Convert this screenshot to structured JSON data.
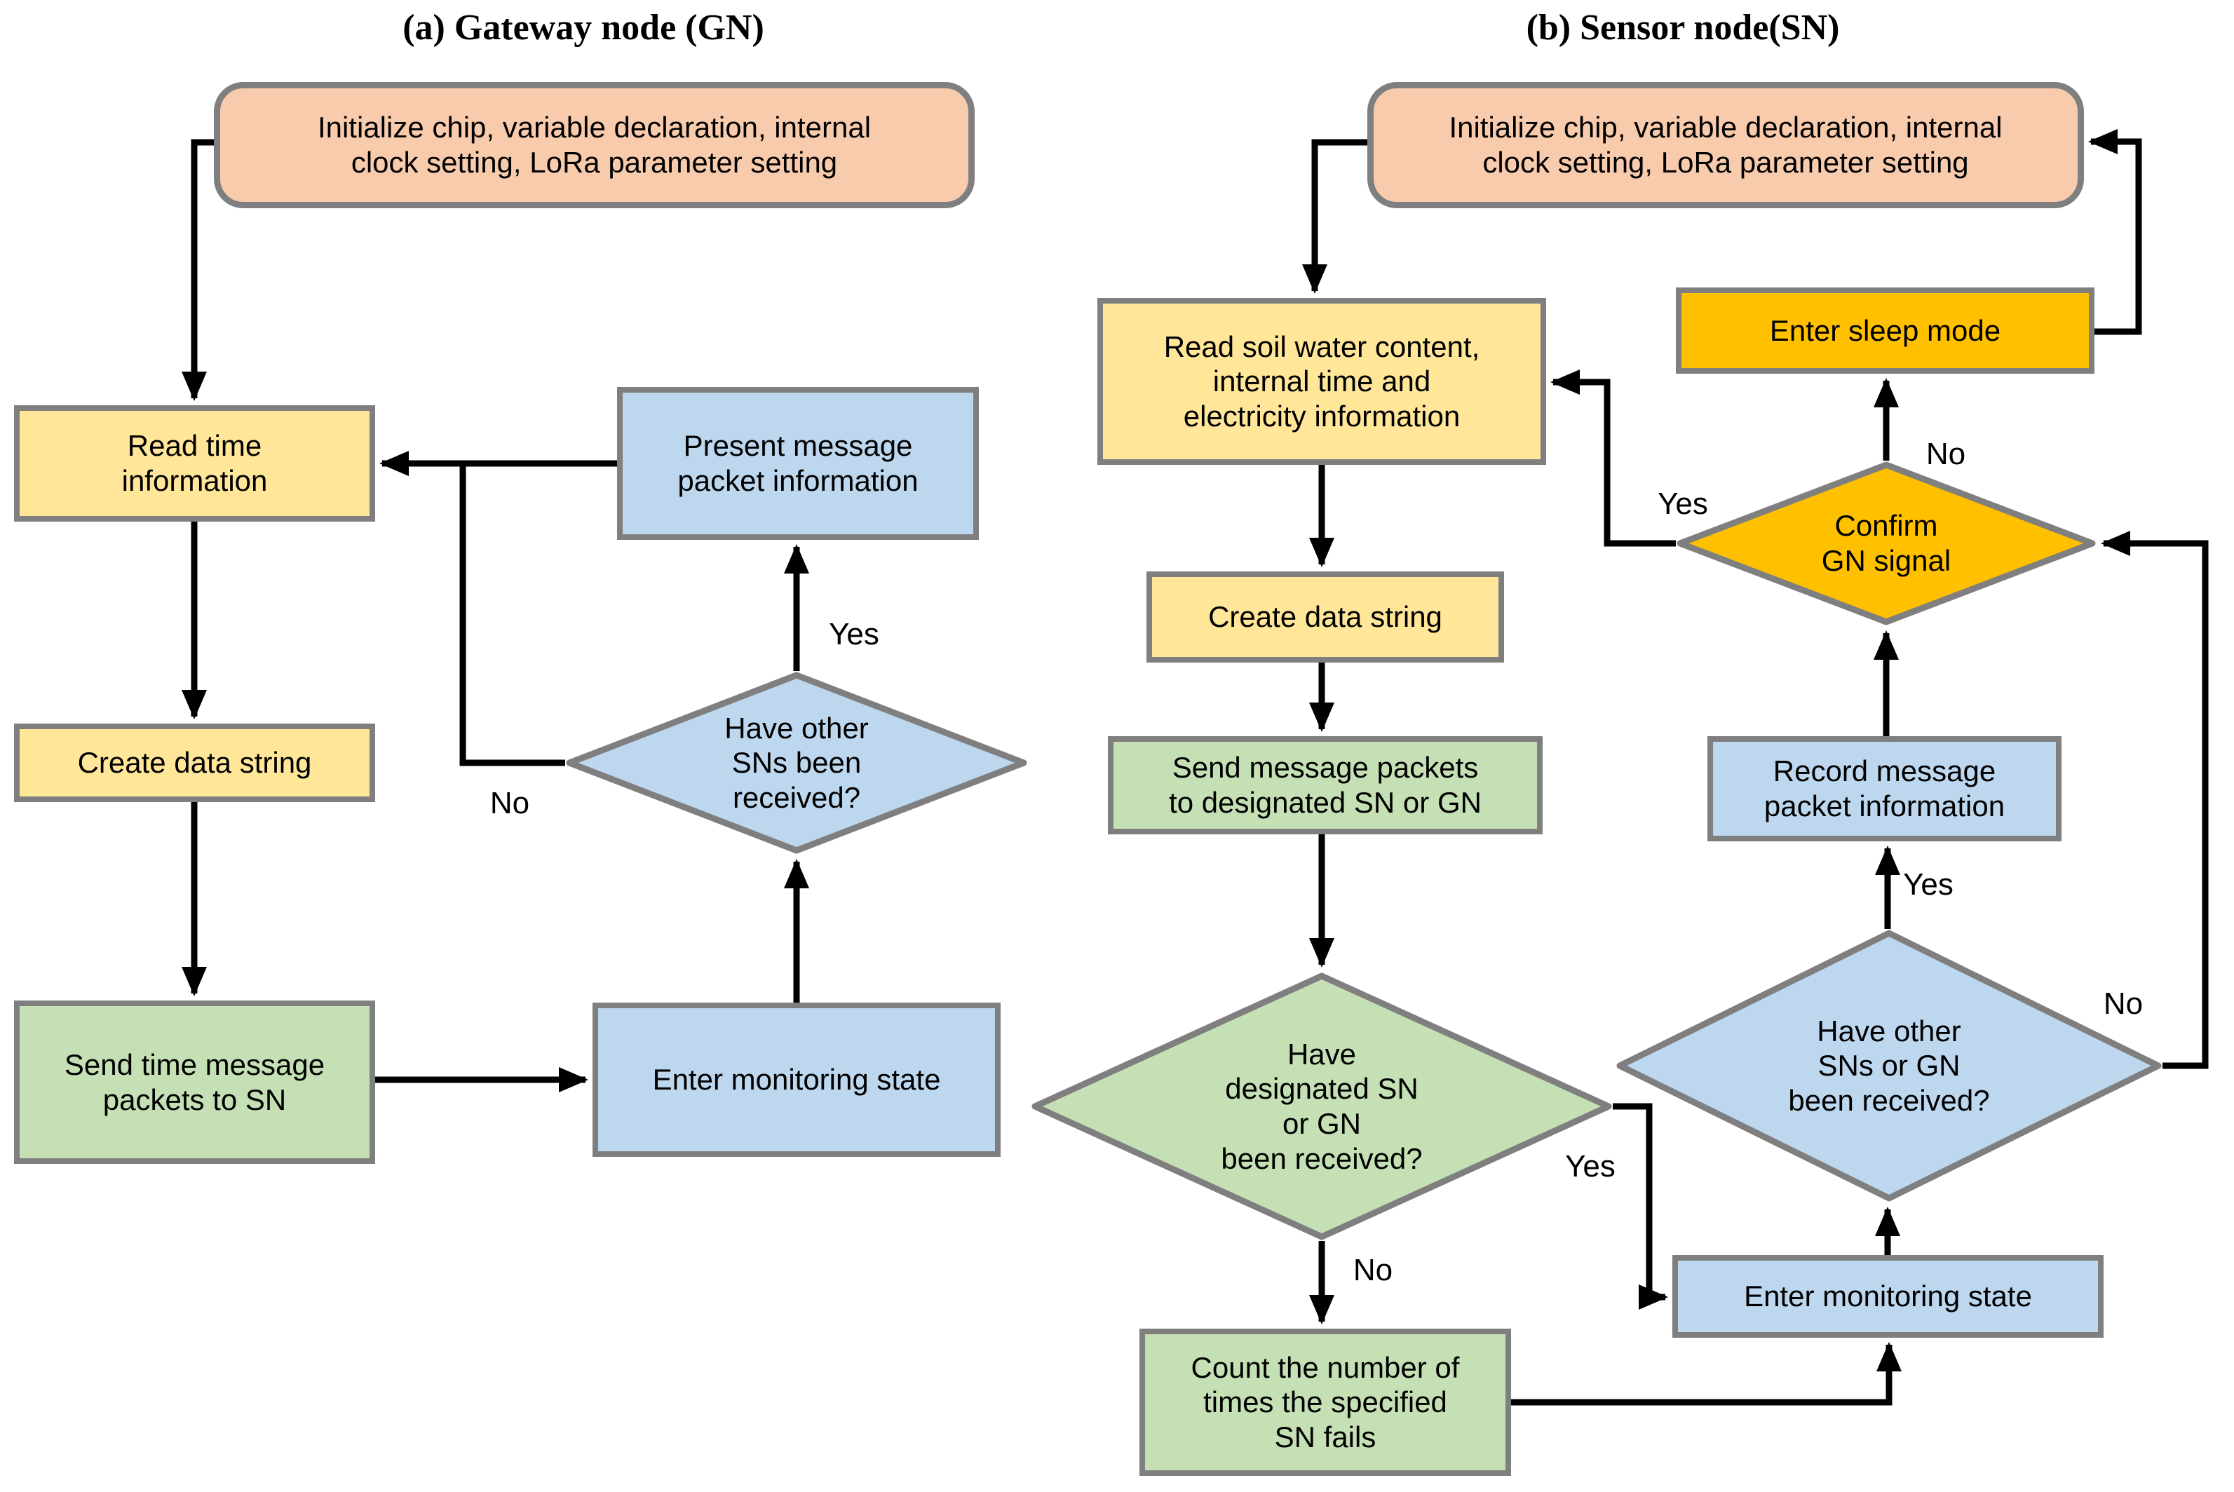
{
  "palette": {
    "peach": "#F8CBAD",
    "yellow": "#FFE699",
    "green": "#C5E0B4",
    "blue": "#BDD7EE",
    "amber": "#FFC000",
    "border": "#7F7F7F",
    "line": "#000000"
  },
  "gateway": {
    "title": "(a) Gateway node (GN)",
    "nodes": {
      "init": {
        "lines": [
          "Initialize chip, variable declaration, internal",
          "clock setting, LoRa parameter setting"
        ]
      },
      "read_time": {
        "lines": [
          "Read time",
          "information"
        ]
      },
      "create": {
        "lines": [
          "Create data string"
        ]
      },
      "send_time": {
        "lines": [
          "Send time message",
          "packets to SN"
        ]
      },
      "present": {
        "lines": [
          "Present message",
          "packet information"
        ]
      },
      "decision_other_sns": {
        "lines": [
          "Have other",
          "SNs been",
          "received?"
        ]
      },
      "monitor": {
        "lines": [
          "Enter monitoring state"
        ]
      }
    },
    "labels": {
      "decision_yes": "Yes",
      "decision_no": "No"
    }
  },
  "sensor": {
    "title": "(b) Sensor node(SN)",
    "nodes": {
      "init": {
        "lines": [
          "Initialize chip, variable declaration, internal",
          "clock setting, LoRa parameter setting"
        ]
      },
      "read_soil": {
        "lines": [
          "Read soil water content,",
          "internal time and",
          "electricity information"
        ]
      },
      "sleep": {
        "lines": [
          "Enter sleep mode"
        ]
      },
      "confirm": {
        "lines": [
          "Confirm",
          "GN signal"
        ]
      },
      "create": {
        "lines": [
          "Create data string"
        ]
      },
      "record": {
        "lines": [
          "Record message",
          "packet information"
        ]
      },
      "send_msg": {
        "lines": [
          "Send message packets",
          "to designated SN or GN"
        ]
      },
      "decision_designated": {
        "lines": [
          "Have",
          "designated SN",
          "or GN",
          "been received?"
        ]
      },
      "decision_other": {
        "lines": [
          "Have other",
          "SNs or GN",
          "been received?"
        ]
      },
      "monitor": {
        "lines": [
          "Enter monitoring state"
        ]
      },
      "count": {
        "lines": [
          "Count the number of",
          "times the specified",
          "SN fails"
        ]
      }
    },
    "labels": {
      "confirm_yes": "Yes",
      "confirm_no": "No",
      "designated_yes": "Yes",
      "designated_no": "No",
      "other_yes": "Yes",
      "other_no": "No"
    }
  }
}
